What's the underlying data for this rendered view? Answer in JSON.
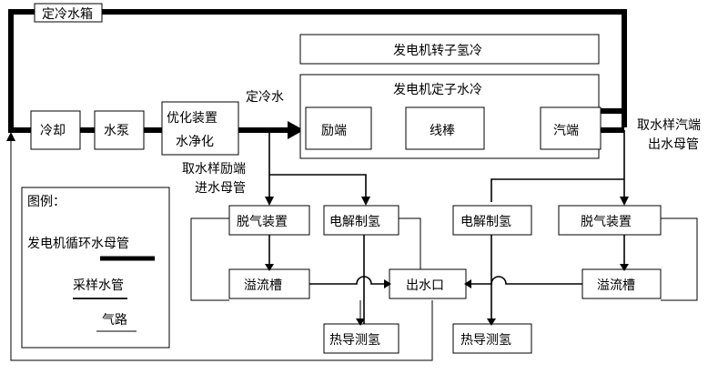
{
  "labels": {
    "tank": "定冷水箱",
    "cooling": "冷却",
    "pump": "水泵",
    "optimizer_line1": "优化装置",
    "optimizer_line2": "水净化",
    "stator_water": "定冷水",
    "rotor_cooling": "发电机转子氢冷",
    "stator_cooling": "发电机定子水冷",
    "exciter_end": "励端",
    "bar": "线棒",
    "turbine_end": "汽端",
    "sample_exciter_line1": "取水样励端",
    "sample_exciter_line2": "进水母管",
    "sample_turbine_line1": "取水样汽端",
    "sample_turbine_line2": "出水母管",
    "degas_left": "脱气装置",
    "electrolysis_left": "电解制氢",
    "overflow_left": "溢流槽",
    "outlet": "出水口",
    "thermal_left": "热导测氢",
    "electrolysis_right": "电解制氢",
    "degas_right": "脱气装置",
    "overflow_right": "溢流槽",
    "thermal_right": "热导测氢"
  },
  "legend": {
    "title": "图例：",
    "main_pipe": "发电机循环水母管",
    "sample_pipe": "采样水管",
    "gas_line": "气路"
  }
}
